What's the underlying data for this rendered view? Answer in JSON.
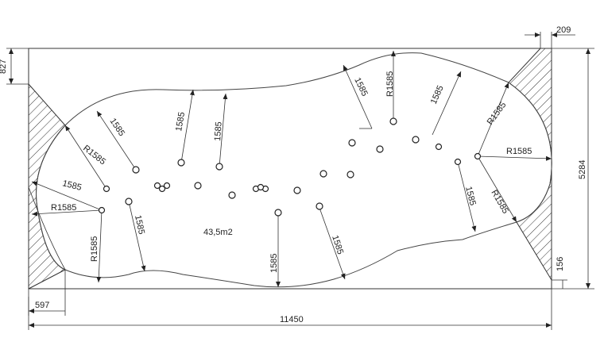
{
  "dimensions": {
    "overall_width": "11450",
    "overall_height": "5284",
    "left_offset": "597",
    "top_right_offset": "209",
    "top_left_offset": "827",
    "bottom_right_offset": "156",
    "radius_label": "R1585",
    "offset_label": "1585"
  },
  "area_label": "43,5m2"
}
